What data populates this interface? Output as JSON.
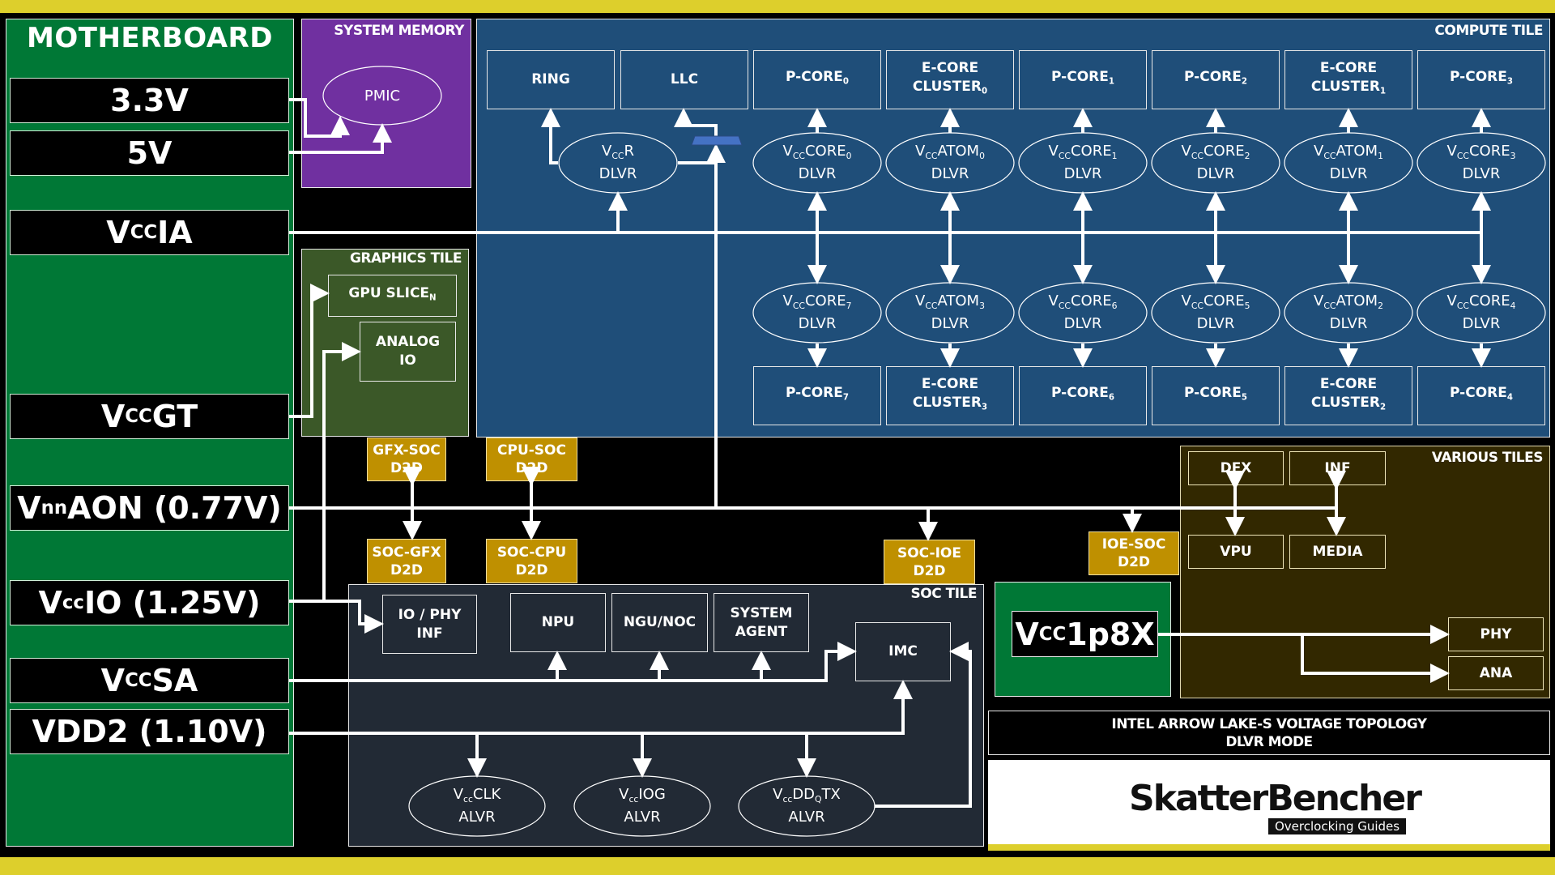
{
  "title": {
    "line1": "INTEL ARROW LAKE-S VOLTAGE TOPOLOGY",
    "line2": "DLVR MODE"
  },
  "logo": {
    "name": "SkatterBencher",
    "tagline": "Overclocking Guides"
  },
  "colors": {
    "band": "#ddcf2c",
    "motherboard": "#007836",
    "system_memory": "#7030a0",
    "compute_tile": "#1f4e79",
    "graphics_tile": "#3b5828",
    "soc_tile": "#222a35",
    "various_tiles": "#322800",
    "d2d": "#bf9000",
    "mux": "#4472c4"
  },
  "motherboard": {
    "title": "MOTHERBOARD",
    "rails": [
      {
        "id": "3v3",
        "main": "3.3V",
        "sub": "",
        "rest": ""
      },
      {
        "id": "5v",
        "main": "5V",
        "sub": "",
        "rest": ""
      },
      {
        "id": "vccia",
        "main": "V",
        "sub": "CC",
        "rest": "IA"
      },
      {
        "id": "vccgt",
        "main": "V",
        "sub": "CC",
        "rest": "GT"
      },
      {
        "id": "vnnaon",
        "main": "V",
        "sub": "nn",
        "rest": "AON (0.77V)"
      },
      {
        "id": "vccio",
        "main": "V",
        "sub": "cc",
        "rest": "IO (1.25V)"
      },
      {
        "id": "vccsa",
        "main": "V",
        "sub": "CC",
        "rest": "SA"
      },
      {
        "id": "vdd2",
        "main": "VDD2 (1.10V)",
        "sub": "",
        "rest": ""
      }
    ]
  },
  "system_memory": {
    "title": "SYSTEM MEMORY",
    "pmic": "PMIC"
  },
  "compute_tile": {
    "title": "COMPUTE TILE",
    "top_blocks": [
      {
        "line1": "RING",
        "name": "",
        "sub": ""
      },
      {
        "line1": "LLC",
        "name": "",
        "sub": ""
      },
      {
        "line1": "",
        "name": "P-CORE",
        "sub": "0"
      },
      {
        "line1": "E-CORE",
        "name": "CLUSTER",
        "sub": "0"
      },
      {
        "line1": "",
        "name": "P-CORE",
        "sub": "1"
      },
      {
        "line1": "",
        "name": "P-CORE",
        "sub": "2"
      },
      {
        "line1": "E-CORE",
        "name": "CLUSTER",
        "sub": "1"
      },
      {
        "line1": "",
        "name": "P-CORE",
        "sub": "3"
      }
    ],
    "vccr": {
      "name": "R",
      "type": "DLVR"
    },
    "top_dlvrs": [
      {
        "name": "CORE",
        "sub": "0",
        "type": "DLVR"
      },
      {
        "name": "ATOM",
        "sub": "0",
        "type": "DLVR"
      },
      {
        "name": "CORE",
        "sub": "1",
        "type": "DLVR"
      },
      {
        "name": "CORE",
        "sub": "2",
        "type": "DLVR"
      },
      {
        "name": "ATOM",
        "sub": "1",
        "type": "DLVR"
      },
      {
        "name": "CORE",
        "sub": "3",
        "type": "DLVR"
      }
    ],
    "bottom_dlvrs": [
      {
        "name": "CORE",
        "sub": "7",
        "type": "DLVR"
      },
      {
        "name": "ATOM",
        "sub": "3",
        "type": "DLVR"
      },
      {
        "name": "CORE",
        "sub": "6",
        "type": "DLVR"
      },
      {
        "name": "CORE",
        "sub": "5",
        "type": "DLVR"
      },
      {
        "name": "ATOM",
        "sub": "2",
        "type": "DLVR"
      },
      {
        "name": "CORE",
        "sub": "4",
        "type": "DLVR"
      }
    ],
    "bottom_blocks": [
      {
        "line1": "",
        "name": "P-CORE",
        "sub": "7"
      },
      {
        "line1": "E-CORE",
        "name": "CLUSTER",
        "sub": "3"
      },
      {
        "line1": "",
        "name": "P-CORE",
        "sub": "6"
      },
      {
        "line1": "",
        "name": "P-CORE",
        "sub": "5"
      },
      {
        "line1": "E-CORE",
        "name": "CLUSTER",
        "sub": "2"
      },
      {
        "line1": "",
        "name": "P-CORE",
        "sub": "4"
      }
    ],
    "vcc_prefix": "V",
    "vcc_sub": "CC"
  },
  "graphics_tile": {
    "title": "GRAPHICS TILE",
    "gpu_slice": {
      "name": "GPU SLICE",
      "sub": "N"
    },
    "analog_io": {
      "line1": "ANALOG",
      "line2": "IO"
    }
  },
  "d2d": {
    "gfx_soc": {
      "line1": "GFX-SOC",
      "line2": "D2D"
    },
    "cpu_soc": {
      "line1": "CPU-SOC",
      "line2": "D2D"
    },
    "soc_gfx": {
      "line1": "SOC-GFX",
      "line2": "D2D"
    },
    "soc_cpu": {
      "line1": "SOC-CPU",
      "line2": "D2D"
    },
    "soc_ioe": {
      "line1": "SOC-IOE",
      "line2": "D2D"
    },
    "ioe_soc": {
      "line1": "IOE-SOC",
      "line2": "D2D"
    }
  },
  "soc_tile": {
    "title": "SOC TILE",
    "blocks": {
      "io_phy": {
        "line1": "IO / PHY",
        "line2": "INF"
      },
      "npu": {
        "line1": "NPU"
      },
      "ngu": {
        "line1": "NGU/NOC"
      },
      "sa": {
        "line1": "SYSTEM",
        "line2": "AGENT"
      },
      "imc": {
        "line1": "IMC"
      }
    },
    "alvrs": [
      {
        "prefix": "V",
        "sub": "cc",
        "name": "CLK",
        "sub2": "",
        "tail": "",
        "type": "ALVR"
      },
      {
        "prefix": "V",
        "sub": "cc",
        "name": "IOG",
        "sub2": "",
        "tail": "",
        "type": "ALVR"
      },
      {
        "prefix": "V",
        "sub": "cc",
        "name": "DD",
        "sub2": "Q",
        "tail": "TX",
        "type": "ALVR"
      }
    ]
  },
  "various_tiles": {
    "title": "VARIOUS TILES",
    "blocks": {
      "dfx": "DFX",
      "inf": "INF",
      "vpu": "VPU",
      "media": "MEDIA",
      "phy": "PHY",
      "ana": "ANA"
    }
  },
  "vcc1p8x": {
    "main": "V",
    "sub": "CC",
    "rest": "1p8X"
  }
}
